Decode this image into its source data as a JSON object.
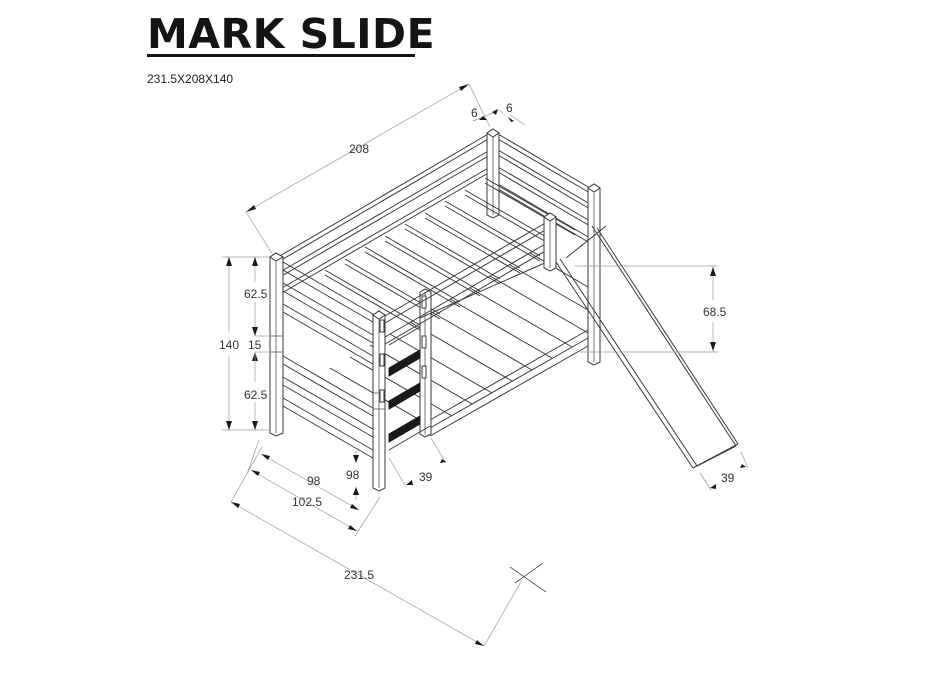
{
  "header": {
    "title": "MARK SLIDE",
    "subtitle": "231.5X208X140"
  },
  "dimensions": {
    "top_length": "208",
    "post_width_a": "6",
    "post_width_b": "6",
    "height_upper": "62.5",
    "height_total": "140",
    "height_gap": "15",
    "height_lower": "62.5",
    "bed_width": "98",
    "under_clearance": "98",
    "overall_width": "102.5",
    "ladder_width": "39",
    "slide_height": "68.5",
    "slide_width": "39",
    "overall_length": "231.5"
  },
  "colors": {
    "line": "#3a3a3a",
    "dimension_line": "#9a9a9a",
    "tread": "#1a1a1a",
    "text": "#141414"
  }
}
